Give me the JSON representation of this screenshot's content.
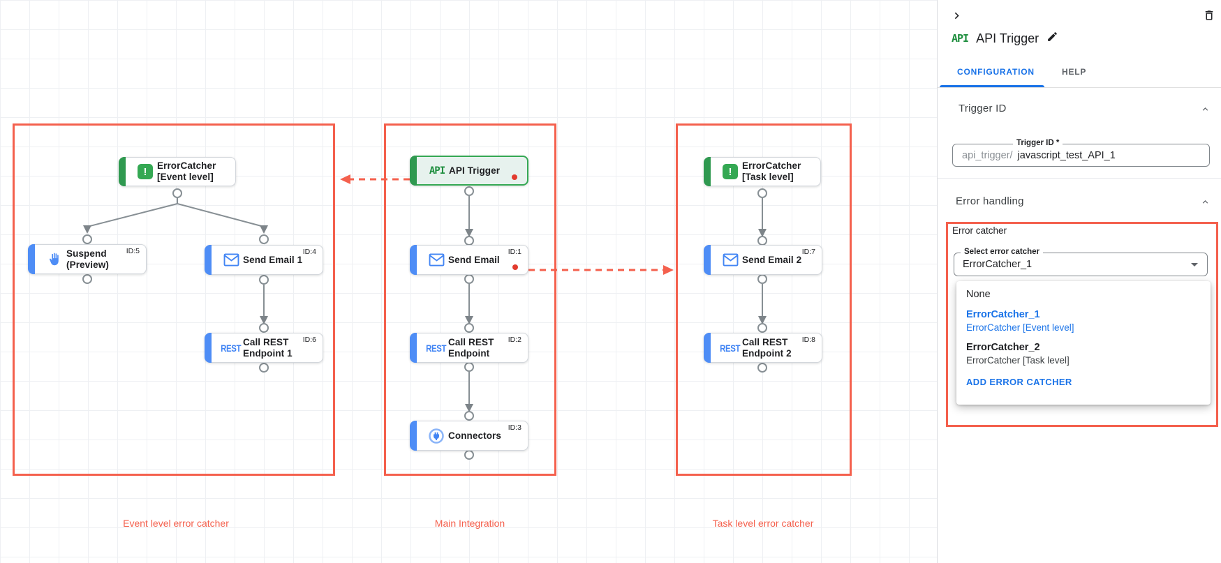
{
  "canvas": {
    "groups": {
      "event": {
        "label": "Event level error catcher"
      },
      "main": {
        "label": "Main Integration"
      },
      "task": {
        "label": "Task level error catcher"
      }
    },
    "nodes": {
      "error_catcher_event": {
        "line1": "ErrorCatcher",
        "line2": "[Event level]",
        "id": ""
      },
      "suspend": {
        "line1": "Suspend",
        "line2": "(Preview)",
        "id": "ID:5"
      },
      "send_email_1": {
        "line1": "Send Email 1",
        "line2": "",
        "id": "ID:4"
      },
      "call_rest_1": {
        "line1": "Call REST",
        "line2": "Endpoint 1",
        "id": "ID:6"
      },
      "api_trigger": {
        "line1": "API Trigger",
        "line2": "",
        "id": ""
      },
      "send_email": {
        "line1": "Send Email",
        "line2": "",
        "id": "ID:1"
      },
      "call_rest": {
        "line1": "Call REST",
        "line2": "Endpoint",
        "id": "ID:2"
      },
      "connectors": {
        "line1": "Connectors",
        "line2": "",
        "id": "ID:3"
      },
      "error_catcher_task": {
        "line1": "ErrorCatcher",
        "line2": "[Task level]",
        "id": ""
      },
      "send_email_2": {
        "line1": "Send Email 2",
        "line2": "",
        "id": "ID:7"
      },
      "call_rest_2": {
        "line1": "Call REST",
        "line2": "Endpoint 2",
        "id": "ID:8"
      }
    },
    "icons": {
      "api_label": "API",
      "rest_label": "REST",
      "error_glyph": "!"
    }
  },
  "panel": {
    "api_badge": "API",
    "title": "API Trigger",
    "tabs": {
      "configuration": "CONFIGURATION",
      "help": "HELP"
    },
    "trigger_section": {
      "heading": "Trigger ID",
      "field_label": "Trigger ID *",
      "prefix": "api_trigger/",
      "value": "javascript_test_API_1"
    },
    "error_section": {
      "heading": "Error handling",
      "group_label": "Error catcher",
      "select_label": "Select error catcher",
      "select_value": "ErrorCatcher_1",
      "options": [
        {
          "name": "None",
          "desc": ""
        },
        {
          "name": "ErrorCatcher_1",
          "desc": "ErrorCatcher [Event level]"
        },
        {
          "name": "ErrorCatcher_2",
          "desc": "ErrorCatcher [Task level]"
        }
      ],
      "add_button": "ADD ERROR CATCHER"
    }
  },
  "colors": {
    "accent_red": "#f4604d",
    "error_dot_red": "#e23b2e",
    "task_blue": "#4e8df6",
    "trigger_green": "#34a853",
    "link_blue": "#1a73e8"
  }
}
